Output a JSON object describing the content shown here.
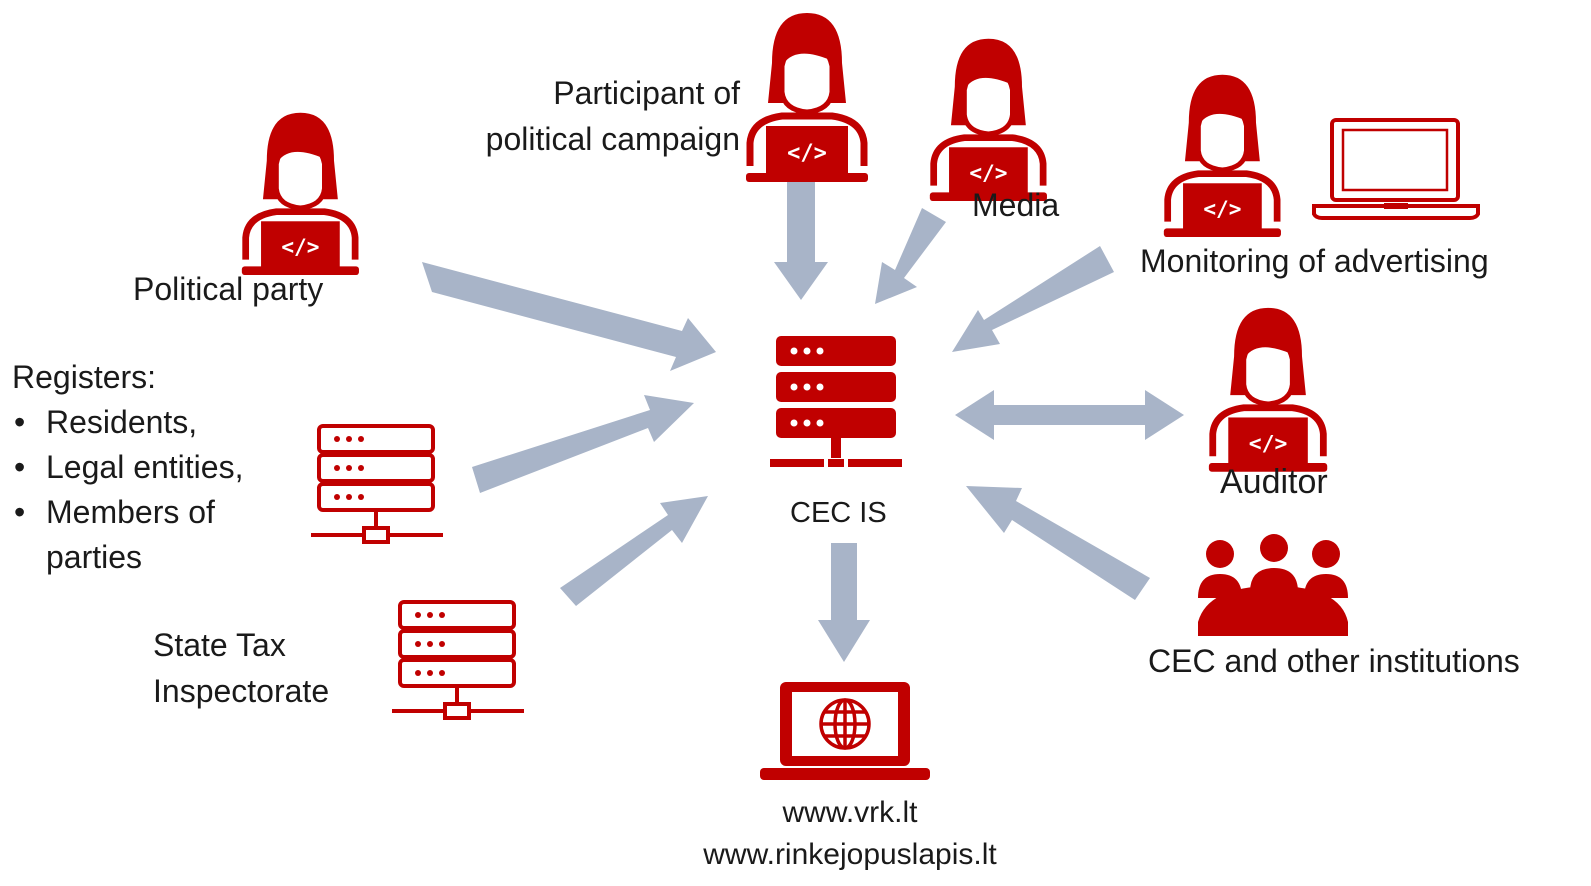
{
  "colors": {
    "icon": "#C00000",
    "arrow": "#A8B4C8"
  },
  "center": {
    "label": "CEC IS",
    "icon": "server-icon"
  },
  "nodes": {
    "participant": {
      "label_line1": "Participant of",
      "label_line2": "political campaign",
      "icon": "developer-icon"
    },
    "media": {
      "label": "Media",
      "icon": "developer-icon"
    },
    "monitoring": {
      "label": "Monitoring of advertising",
      "icons": [
        "developer-icon",
        "laptop-icon"
      ]
    },
    "party": {
      "label": "Political party",
      "icon": "developer-icon"
    },
    "registers": {
      "title": "Registers:",
      "items": [
        "Residents,",
        "Legal entities,",
        "Members of",
        "parties"
      ],
      "icon": "server-icon"
    },
    "auditor": {
      "label": "Auditor",
      "icon": "developer-icon"
    },
    "tax": {
      "label_line1": "State Tax",
      "label_line2": "Inspectorate",
      "icon": "server-icon"
    },
    "institutions": {
      "label": "CEC and other institutions",
      "icon": "group-icon"
    },
    "website": {
      "url1": "www.vrk.lt",
      "url2": "www.rinkejopuslapis.lt",
      "icon": "globe-laptop-icon"
    }
  }
}
